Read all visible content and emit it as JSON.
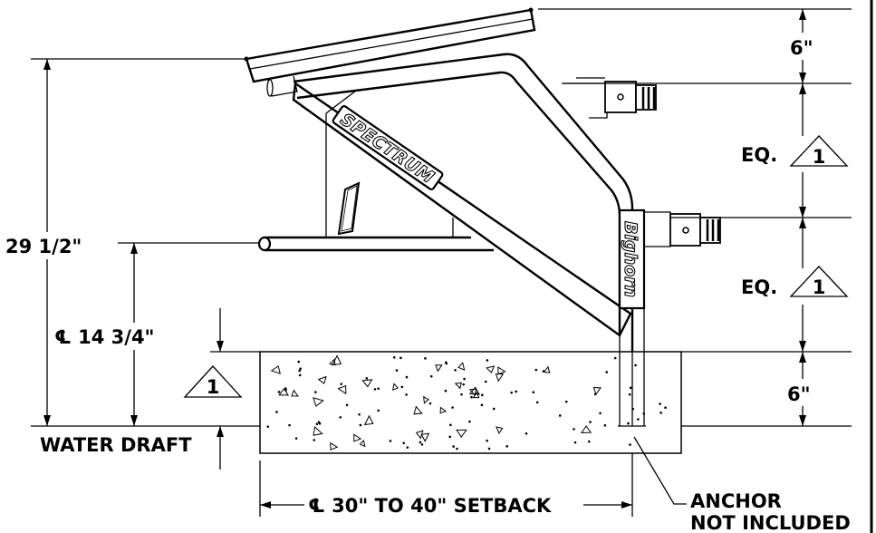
{
  "dimensions": {
    "top_spacing": "6\"",
    "eq_upper": "EQ.",
    "eq_lower": "EQ.",
    "bottom_spacing": "6\"",
    "overall_height": "29 1/2\"",
    "center_height": "℄ 14 3/4\"",
    "water_draft": "WATER DRAFT",
    "setback": "℄ 30\" TO 40\" SETBACK"
  },
  "notes": {
    "anchor_line1": "ANCHOR",
    "anchor_line2": "NOT INCLUDED"
  },
  "callouts": {
    "triangle_upper": "1",
    "triangle_lower": "1",
    "triangle_left": "1"
  },
  "branding": {
    "spectrum": "SPECTRUM",
    "bighorn": "Bighorn",
    "mount_number": "1"
  }
}
